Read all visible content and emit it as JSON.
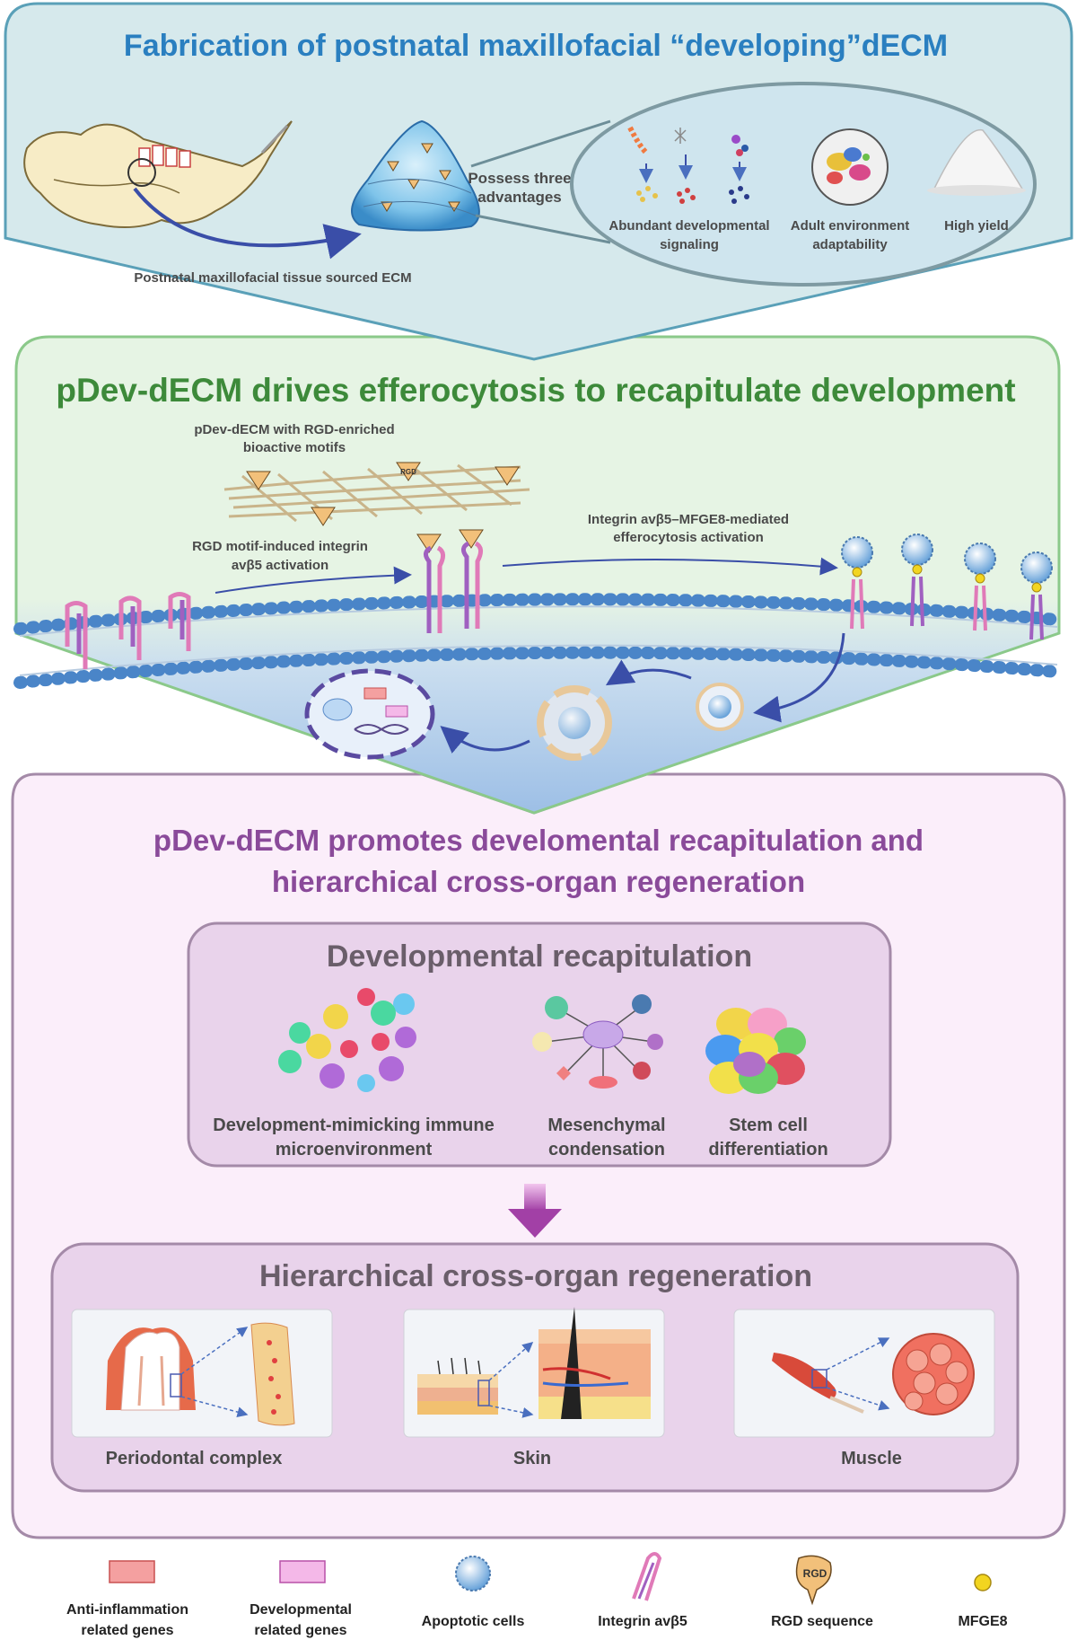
{
  "section1": {
    "title": "Fabrication of postnatal maxillofacial “developing”dECM",
    "source_label": "Postnatal maxillofacial tissue sourced ECM",
    "possess_line1": "Possess three",
    "possess_line2": "advantages",
    "adv1_line1": "Abundant developmental",
    "adv1_line2": "signaling",
    "adv2_line1": "Adult environment",
    "adv2_line2": "adaptability",
    "adv3": "High yield"
  },
  "section2": {
    "title": "pDev-dECM drives efferocytosis to recapitulate development",
    "rgd_motif_line1": "pDev-dECM with RGD-enriched",
    "rgd_motif_line2": "bioactive motifs",
    "integrin_act_line1": "RGD motif-induced integrin",
    "integrin_act_line2": "avβ5 activation",
    "mfge8_line1": "Integrin avβ5–MFGE8-mediated",
    "mfge8_line2": "efferocytosis activation",
    "rgd_tag": "RGD"
  },
  "section3": {
    "title_line1": "pDev-dECM promotes develomental recapitulation and",
    "title_line2": "hierarchical cross-organ regeneration",
    "dev_title": "Developmental recapitulation",
    "dev1_line1": "Development-mimicking immune",
    "dev1_line2": "microenvironment",
    "dev2_line1": "Mesenchymal",
    "dev2_line2": "condensation",
    "dev3_line1": "Stem cell",
    "dev3_line2": "differentiation",
    "reg_title": "Hierarchical cross-organ regeneration",
    "reg1": "Periodontal complex",
    "reg2": "Skin",
    "reg3": "Muscle"
  },
  "legend": [
    {
      "line1": "Anti-inflammation",
      "line2": "related genes"
    },
    {
      "line1": "Developmental",
      "line2": "related genes"
    },
    {
      "line1": "Apoptotic cells",
      "line2": ""
    },
    {
      "line1": "Integrin  avβ5",
      "line2": ""
    },
    {
      "line1": "RGD sequence",
      "line2": ""
    },
    {
      "line1": "MFGE8",
      "line2": ""
    }
  ],
  "colors": {
    "section1_bg": "#d6e9ec",
    "section1_border": "#5aa0b8",
    "section2_bg": "#e3f2e2",
    "section2_border": "#8bc98a",
    "section3_bg": "#fbeefa",
    "section3_border": "#a48aa8",
    "title_blue": "#2a7fc0",
    "title_green": "#3d8a3a",
    "title_purple": "#8a4a9a"
  }
}
